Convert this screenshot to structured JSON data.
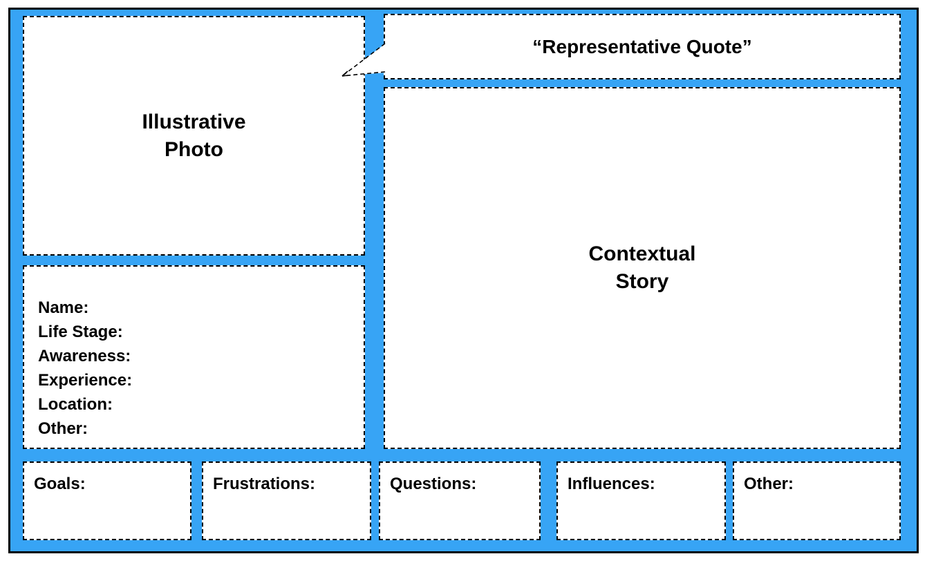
{
  "canvas": {
    "background_color": "#37A4F5",
    "box_fill_color": "#FFFFFF",
    "border_color": "#000000"
  },
  "photo": {
    "label": "Illustrative\nPhoto"
  },
  "quote": {
    "label": "“Representative Quote”"
  },
  "story": {
    "label": "Contextual\nStory"
  },
  "attributes": {
    "fields": [
      "Name:",
      "Life Stage:",
      "Awareness:",
      "Experience:",
      "Location:",
      "Other:"
    ]
  },
  "bottom_sections": {
    "goals": "Goals:",
    "frustrations": "Frustrations:",
    "questions": "Questions:",
    "influences": "Influences:",
    "other": "Other:"
  }
}
